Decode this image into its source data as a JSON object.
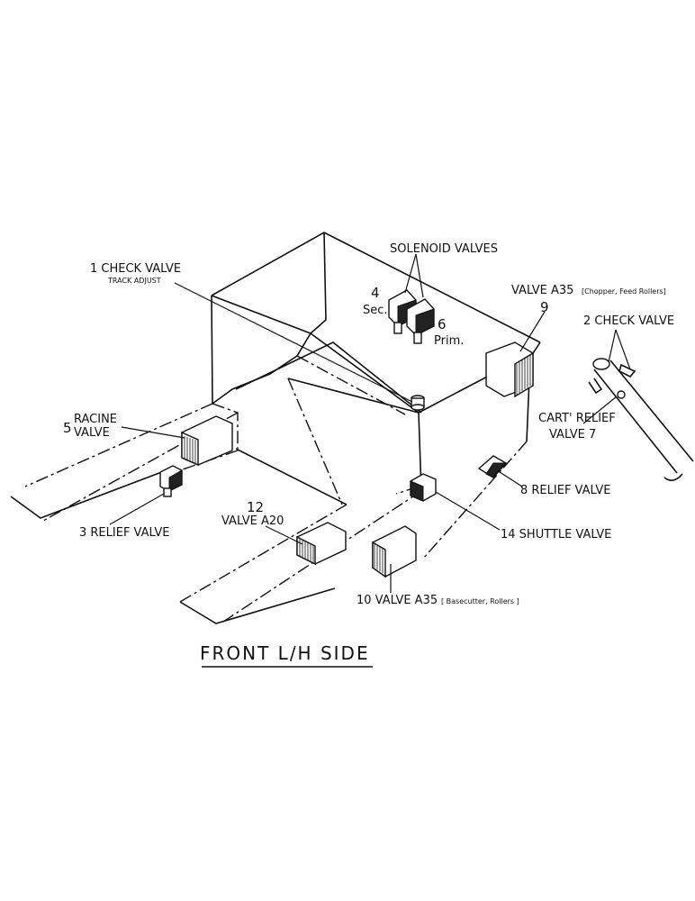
{
  "title": "FRONT L/H SIDE",
  "labels": {
    "solenoid": "SOLENOID VALVES",
    "n4": "4",
    "sec": "Sec.",
    "n6": "6",
    "prim": "Prim.",
    "check1": "1 CHECK VALVE",
    "track": "TRACK ADJUST",
    "valveA35_top": "VALVE A35",
    "valveA35_top_sub": "[Chopper, Feed Rollers]",
    "n9": "9",
    "check2": "2 CHECK VALVE",
    "cart_relief": "CART' RELIEF",
    "valve7": "VALVE 7",
    "n5": "5",
    "racine": "RACINE",
    "racine_valve": "VALVE",
    "relief8": "8 RELIEF VALVE",
    "shuttle14": "14 SHUTTLE VALVE",
    "n12": "12",
    "valveA20": "VALVE A20",
    "relief3": "3 RELIEF VALVE",
    "valveA35_bot": "10 VALVE A35",
    "valveA35_bot_sub": "[ Basecutter, Rollers ]"
  }
}
